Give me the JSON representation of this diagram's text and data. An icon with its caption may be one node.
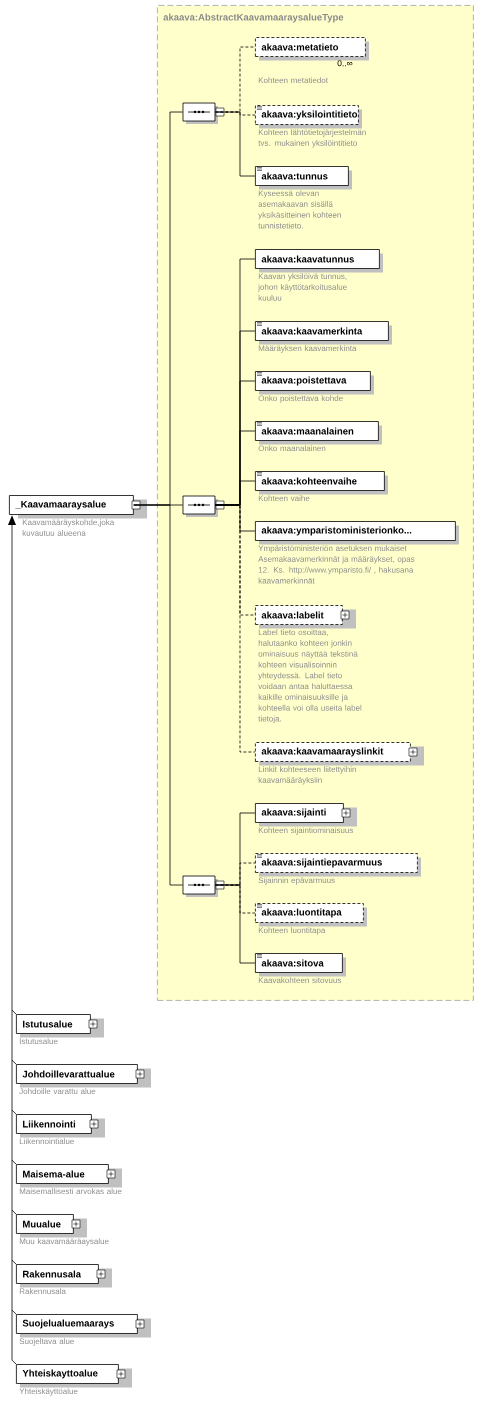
{
  "diagram": {
    "nodes": [
      {
        "text": [
          "akaava:AbstractKaavamaaraysalueType"
        ]
      },
      {
        "text": [
          "_Kaavamaaraysalue"
        ],
        "beside": [
          "Kaavamääräyskohde,joka kuvautuu alueena"
        ]
      },
      {
        "text": [],
        "shape": "octagon",
        "in": 0
      },
      {
        "text": [
          "akaava:metatieto"
        ],
        "beside": [
          "0..∞",
          "Kohteen metatiedot"
        ],
        "in": 0
      },
      {
        "text": [
          "akaava:yksilointitieto"
        ],
        "beside": [
          "Kohteen lähtötietojärjestelmän tvs. mukainen yksilöintitieto"
        ],
        "in": 0
      },
      {
        "text": [
          "akaava:tunnus"
        ],
        "beside": [
          "Kyseessä olevan asemakaavan sisällä yksikäsitteinen kohteen tunnistetieto."
        ],
        "in": 0
      },
      {
        "text": [],
        "shape": "octagon",
        "in": 0
      },
      {
        "text": [
          "akaava:kaavatunnus"
        ],
        "beside": [
          "Kaavan yksilöivä tunnus, johon käyttötarkoitusalue kuuluu"
        ],
        "in": 0
      },
      {
        "text": [
          "akaava:kaavamerkinta"
        ],
        "beside": [
          "Määräyksen kaavamerkinta"
        ],
        "in": 0
      },
      {
        "text": [
          "akaava:poistettava"
        ],
        "beside": [
          "Onko poistettava kohde"
        ],
        "in": 0
      },
      {
        "text": [
          "akaava:maanalainen"
        ],
        "beside": [
          "Onko maanalainen"
        ],
        "in": 0
      },
      {
        "text": [
          "akaava:kohteenvaihe"
        ],
        "beside": [
          "Kohteen vaihe"
        ],
        "in": 0
      },
      {
        "text": [
          "akaava:ymparistoministerionko..."
        ],
        "beside": [
          "Ympäristöministeriön asetuksen mukaiset Asemakaavamerkinnät ja määräykset, opas 12. Ks. http://www.ymparisto.fi/ , hakusana kaavamerkinnät"
        ],
        "in": 0
      },
      {
        "text": [
          "akaava:labelit"
        ],
        "beside": [
          "Label tieto osoittaa, halutaanko kohteen jonkin ominaisuus näyttää tekstinä kohteen visualisoinnin yhteydessä. Label tieto voidaan antaa haluttaessa kaikille ominaisuuksille ja kohteella voi olla useita label tietoja."
        ],
        "in": 0
      },
      {
        "text": [
          "akaava:kaavamaarayslinkit"
        ],
        "beside": [
          "Linkit kohteeseen liitettyihin kaavamääräyksiin"
        ],
        "in": 0
      },
      {
        "text": [],
        "shape": "octagon",
        "in": 0
      },
      {
        "text": [
          "akaava:sijainti"
        ],
        "beside": [
          "Kohteen sijaintiominaisuus"
        ],
        "in": 0
      },
      {
        "text": [
          "akaava:sijaintiepavarmuus"
        ],
        "beside": [
          "Sijainnin epävarmuus"
        ],
        "in": 0
      },
      {
        "text": [
          "akaava:luontitapa"
        ],
        "beside": [
          "Kohteen luontitapa"
        ],
        "in": 0
      },
      {
        "text": [
          "akaava:sitova"
        ],
        "beside": [
          "Kaavakohteen sitovuus"
        ],
        "in": 0
      },
      {
        "text": [
          "Istutusalue"
        ],
        "beside": [
          "Istutusalue"
        ]
      },
      {
        "text": [
          "Johdoillevarattualue"
        ],
        "beside": [
          "Johdoille varattu alue"
        ]
      },
      {
        "text": [
          "Liikennointi"
        ],
        "beside": [
          "Liikennointialue"
        ]
      },
      {
        "text": [
          "Maisema-alue"
        ],
        "beside": [
          "Maisemallisesti arvokas alue"
        ]
      },
      {
        "text": [
          "Muualue"
        ],
        "beside": [
          "Muu kaavamääräaysalue"
        ]
      },
      {
        "text": [
          "Rakennusala"
        ],
        "beside": [
          "Rakennusala"
        ]
      },
      {
        "text": [
          "Suojelualuemaarays"
        ],
        "beside": [
          "Suojeltava alue"
        ]
      },
      {
        "text": [
          "Yhteiskayttoalue"
        ],
        "beside": [
          "Yhteiskäyttöalue"
        ]
      }
    ],
    "edges": [
      {
        "from": 1,
        "to": 2,
        "arrow": "none"
      },
      {
        "from": 1,
        "to": 6,
        "arrow": "none"
      },
      {
        "from": 1,
        "to": 15,
        "arrow": "none"
      },
      {
        "from": 2,
        "to": 3,
        "arrow": "none",
        "style": "dashed"
      },
      {
        "from": 2,
        "to": 4,
        "arrow": "none",
        "style": "dashed"
      },
      {
        "from": 2,
        "to": 5,
        "arrow": "none"
      },
      {
        "from": 6,
        "to": 7,
        "arrow": "none"
      },
      {
        "from": 6,
        "to": 8,
        "arrow": "none"
      },
      {
        "from": 6,
        "to": 9,
        "arrow": "none"
      },
      {
        "from": 6,
        "to": 10,
        "arrow": "none"
      },
      {
        "from": 6,
        "to": 11,
        "arrow": "none"
      },
      {
        "from": 6,
        "to": 12,
        "arrow": "none"
      },
      {
        "from": 6,
        "to": 13,
        "arrow": "none",
        "style": "dashed"
      },
      {
        "from": 6,
        "to": 14,
        "arrow": "none",
        "style": "dashed"
      },
      {
        "from": 15,
        "to": 16,
        "arrow": "none"
      },
      {
        "from": 15,
        "to": 17,
        "arrow": "none",
        "style": "dashed"
      },
      {
        "from": 15,
        "to": 18,
        "arrow": "none",
        "style": "dashed"
      },
      {
        "from": 15,
        "to": 19,
        "arrow": "none"
      },
      {
        "from": 20,
        "to": 1,
        "arrow": "to"
      },
      {
        "from": 21,
        "to": 1,
        "arrow": "to"
      },
      {
        "from": 22,
        "to": 1,
        "arrow": "to"
      },
      {
        "from": 23,
        "to": 1,
        "arrow": "to"
      },
      {
        "from": 24,
        "to": 1,
        "arrow": "to"
      },
      {
        "from": 25,
        "to": 1,
        "arrow": "to"
      },
      {
        "from": 26,
        "to": 1,
        "arrow": "to"
      },
      {
        "from": 27,
        "to": 1,
        "arrow": "to"
      }
    ]
  }
}
